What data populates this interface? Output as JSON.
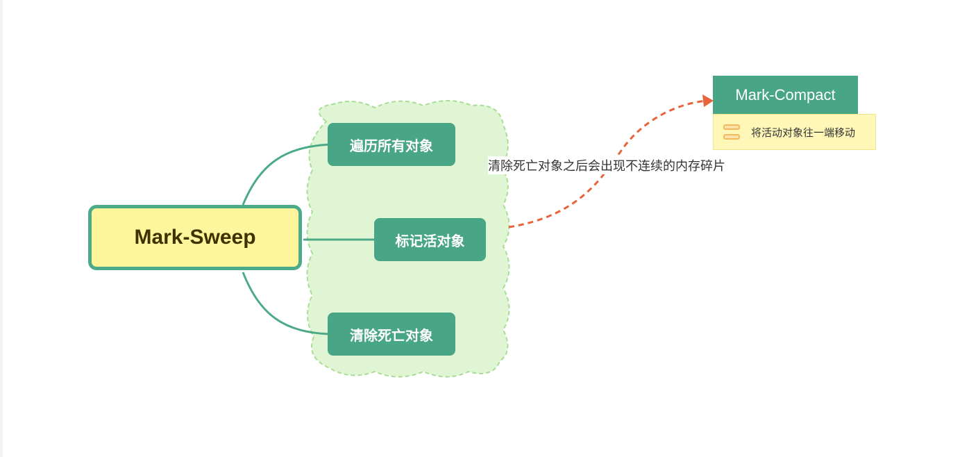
{
  "root": {
    "label": "Mark-Sweep"
  },
  "steps": [
    {
      "label": "遍历所有对象"
    },
    {
      "label": "标记活对象"
    },
    {
      "label": "清除死亡对象"
    }
  ],
  "relation": {
    "label": "清除死亡对象之后会出现不连续的内存碎片"
  },
  "target": {
    "label": "Mark-Compact",
    "note": "将活动对象往一端移动",
    "note_icon": "note-icon"
  },
  "colors": {
    "node_green": "#48a585",
    "root_fill": "#fff59d",
    "root_border": "#4caa88",
    "boundary_fill": "#dff5d3",
    "boundary_stroke": "#a8dd96",
    "relation_arrow": "#e8643c",
    "note_fill": "#fff7b8"
  }
}
